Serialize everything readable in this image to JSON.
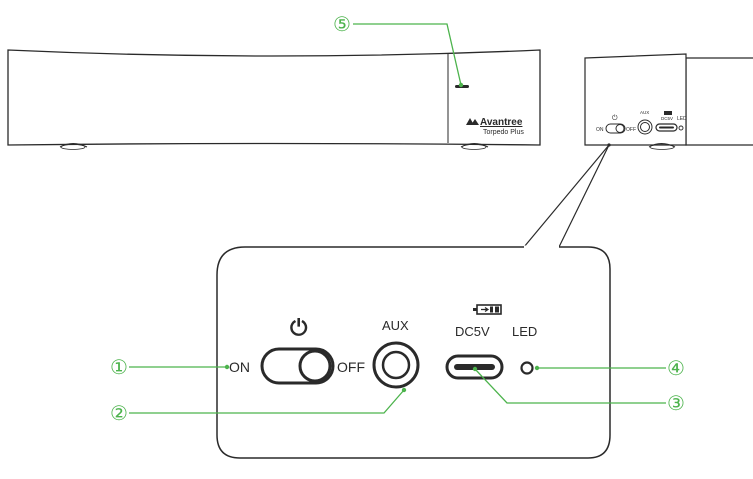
{
  "device": {
    "brand": "Avantree",
    "model": "Torpedo Plus"
  },
  "callouts": [
    {
      "number": "①",
      "feature": "power-switch"
    },
    {
      "number": "②",
      "feature": "aux-jack"
    },
    {
      "number": "③",
      "feature": "usb-c-port"
    },
    {
      "number": "④",
      "feature": "led-indicator"
    },
    {
      "number": "⑤",
      "feature": "front-led"
    }
  ],
  "panel": {
    "power_symbol": "⏻",
    "on_label": "ON",
    "off_label": "OFF",
    "aux_label": "AUX",
    "dc_label": "DC5V",
    "led_label": "LED"
  },
  "side_view": {
    "on_label": "ON",
    "off_label": "OFF",
    "aux_label": "AUX",
    "dc_label": "DC5V",
    "led_label": "LED"
  },
  "colors": {
    "callout": "#4cb34c",
    "line": "#2a2a2a"
  }
}
